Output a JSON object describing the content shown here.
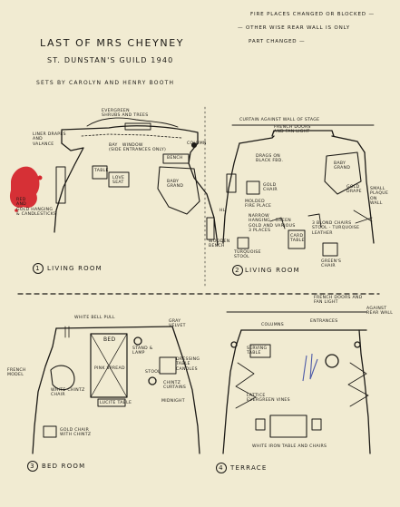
{
  "notes": {
    "line1": "FIRE PLACES CHANGED OR BLOCKED —",
    "line2": "— OTHER WISE REAR WALL IS ONLY",
    "line3": "PART CHANGED —"
  },
  "header": {
    "title": "LAST OF MRS CHEYNEY",
    "subtitle": "ST. DUNSTAN'S GUILD   1940",
    "credit": "SETS BY   CAROLYN AND HENRY BOOTH"
  },
  "plan1": {
    "caption": "LIVING ROOM",
    "number": "1",
    "labels": {
      "evergreen": "EVERGREEN\nSHRUBS AND TREES",
      "liner": "LINER DRAPES\nAND\nVALANCE",
      "bay": "BAY   WINDOW\n(SIDE ENTRANCES ONLY)",
      "column": "COLUMN",
      "table": "TABLE",
      "love_seat": "LOVE\nSEAT",
      "bench": "BENCH",
      "baby_grand": "BABY\nGRAND",
      "red_gold": "RED\nAND\nGOLD HANGING\n& CANDLESTICKS",
      "wooden": "WOODEN\nBENCH",
      "hl": "HL"
    }
  },
  "plan2": {
    "caption": "LIVING ROOM",
    "number": "2",
    "labels": {
      "curtain": "CURTAIN AGAINST WALL OF STAGE",
      "french": "FRENCH DOORS\nAND FAN LIGHT",
      "drags": "DRAGS ON\nBLACK FBD.",
      "gold_chair": "GOLD\nCHAIR",
      "baby_grand": "BABY\nGRAND",
      "gold_drape": "GOLD\nDRAPE",
      "small_plaque": "SMALL\nPLAQUE\nON\nWALL",
      "molded": "MOLDED\nFIRE PLACE",
      "narrow": "NARROW\nHANGING - GREEN\nGOLD AND VARIOUS\n3 PLACES",
      "blond": "3 BLOND CHAIRS\nSTOOL - TURQUOISE\nLEATHER",
      "card_table": "CARD\nTABLE",
      "turquoise": "TURQUOISE\nSTOOL",
      "greens": "GREEN'S\nCHAIR"
    }
  },
  "plan3": {
    "caption": "BED ROOM",
    "number": "3",
    "labels": {
      "bell_pull": "WHITE BELL PULL",
      "gray_velvet": "GRAY\nVELVET",
      "bed": "BED",
      "stand": "STAND &\nLAMP",
      "pink_spread": "PINK SPREAD",
      "dressing": "DRESSING\nTABLE\nCANDLES",
      "stool": "STOOL",
      "chintz_curtains": "CHINTZ\nCURTAINS",
      "midnight": "MIDNIGHT",
      "french_model": "FRENCH\nMODEL",
      "white_chintz": "WHITE CHINTZ\nCHAIR",
      "lucite": "LUCITE TABLE",
      "gold_chair": "GOLD CHAIR\nWITH CHINTZ"
    }
  },
  "plan4": {
    "caption": "TERRACE",
    "number": "4",
    "labels": {
      "french": "FRENCH DOORS AND\nFAN LIGHT",
      "against": "AGAINST\nREAR WALL",
      "entrances": "ENTRANCES",
      "columns": "COLUMNS",
      "serving": "SERVING\nTABLE",
      "lattice": "LATTICE\nEVERGREEN VINES",
      "white_iron": "WHITE IRON TABLE AND CHAIRS"
    }
  },
  "colors": {
    "ink": "#1c1a16",
    "paper": "#f1ebd2",
    "stamp": "#d4262d",
    "pen": "#4d5aa8"
  }
}
